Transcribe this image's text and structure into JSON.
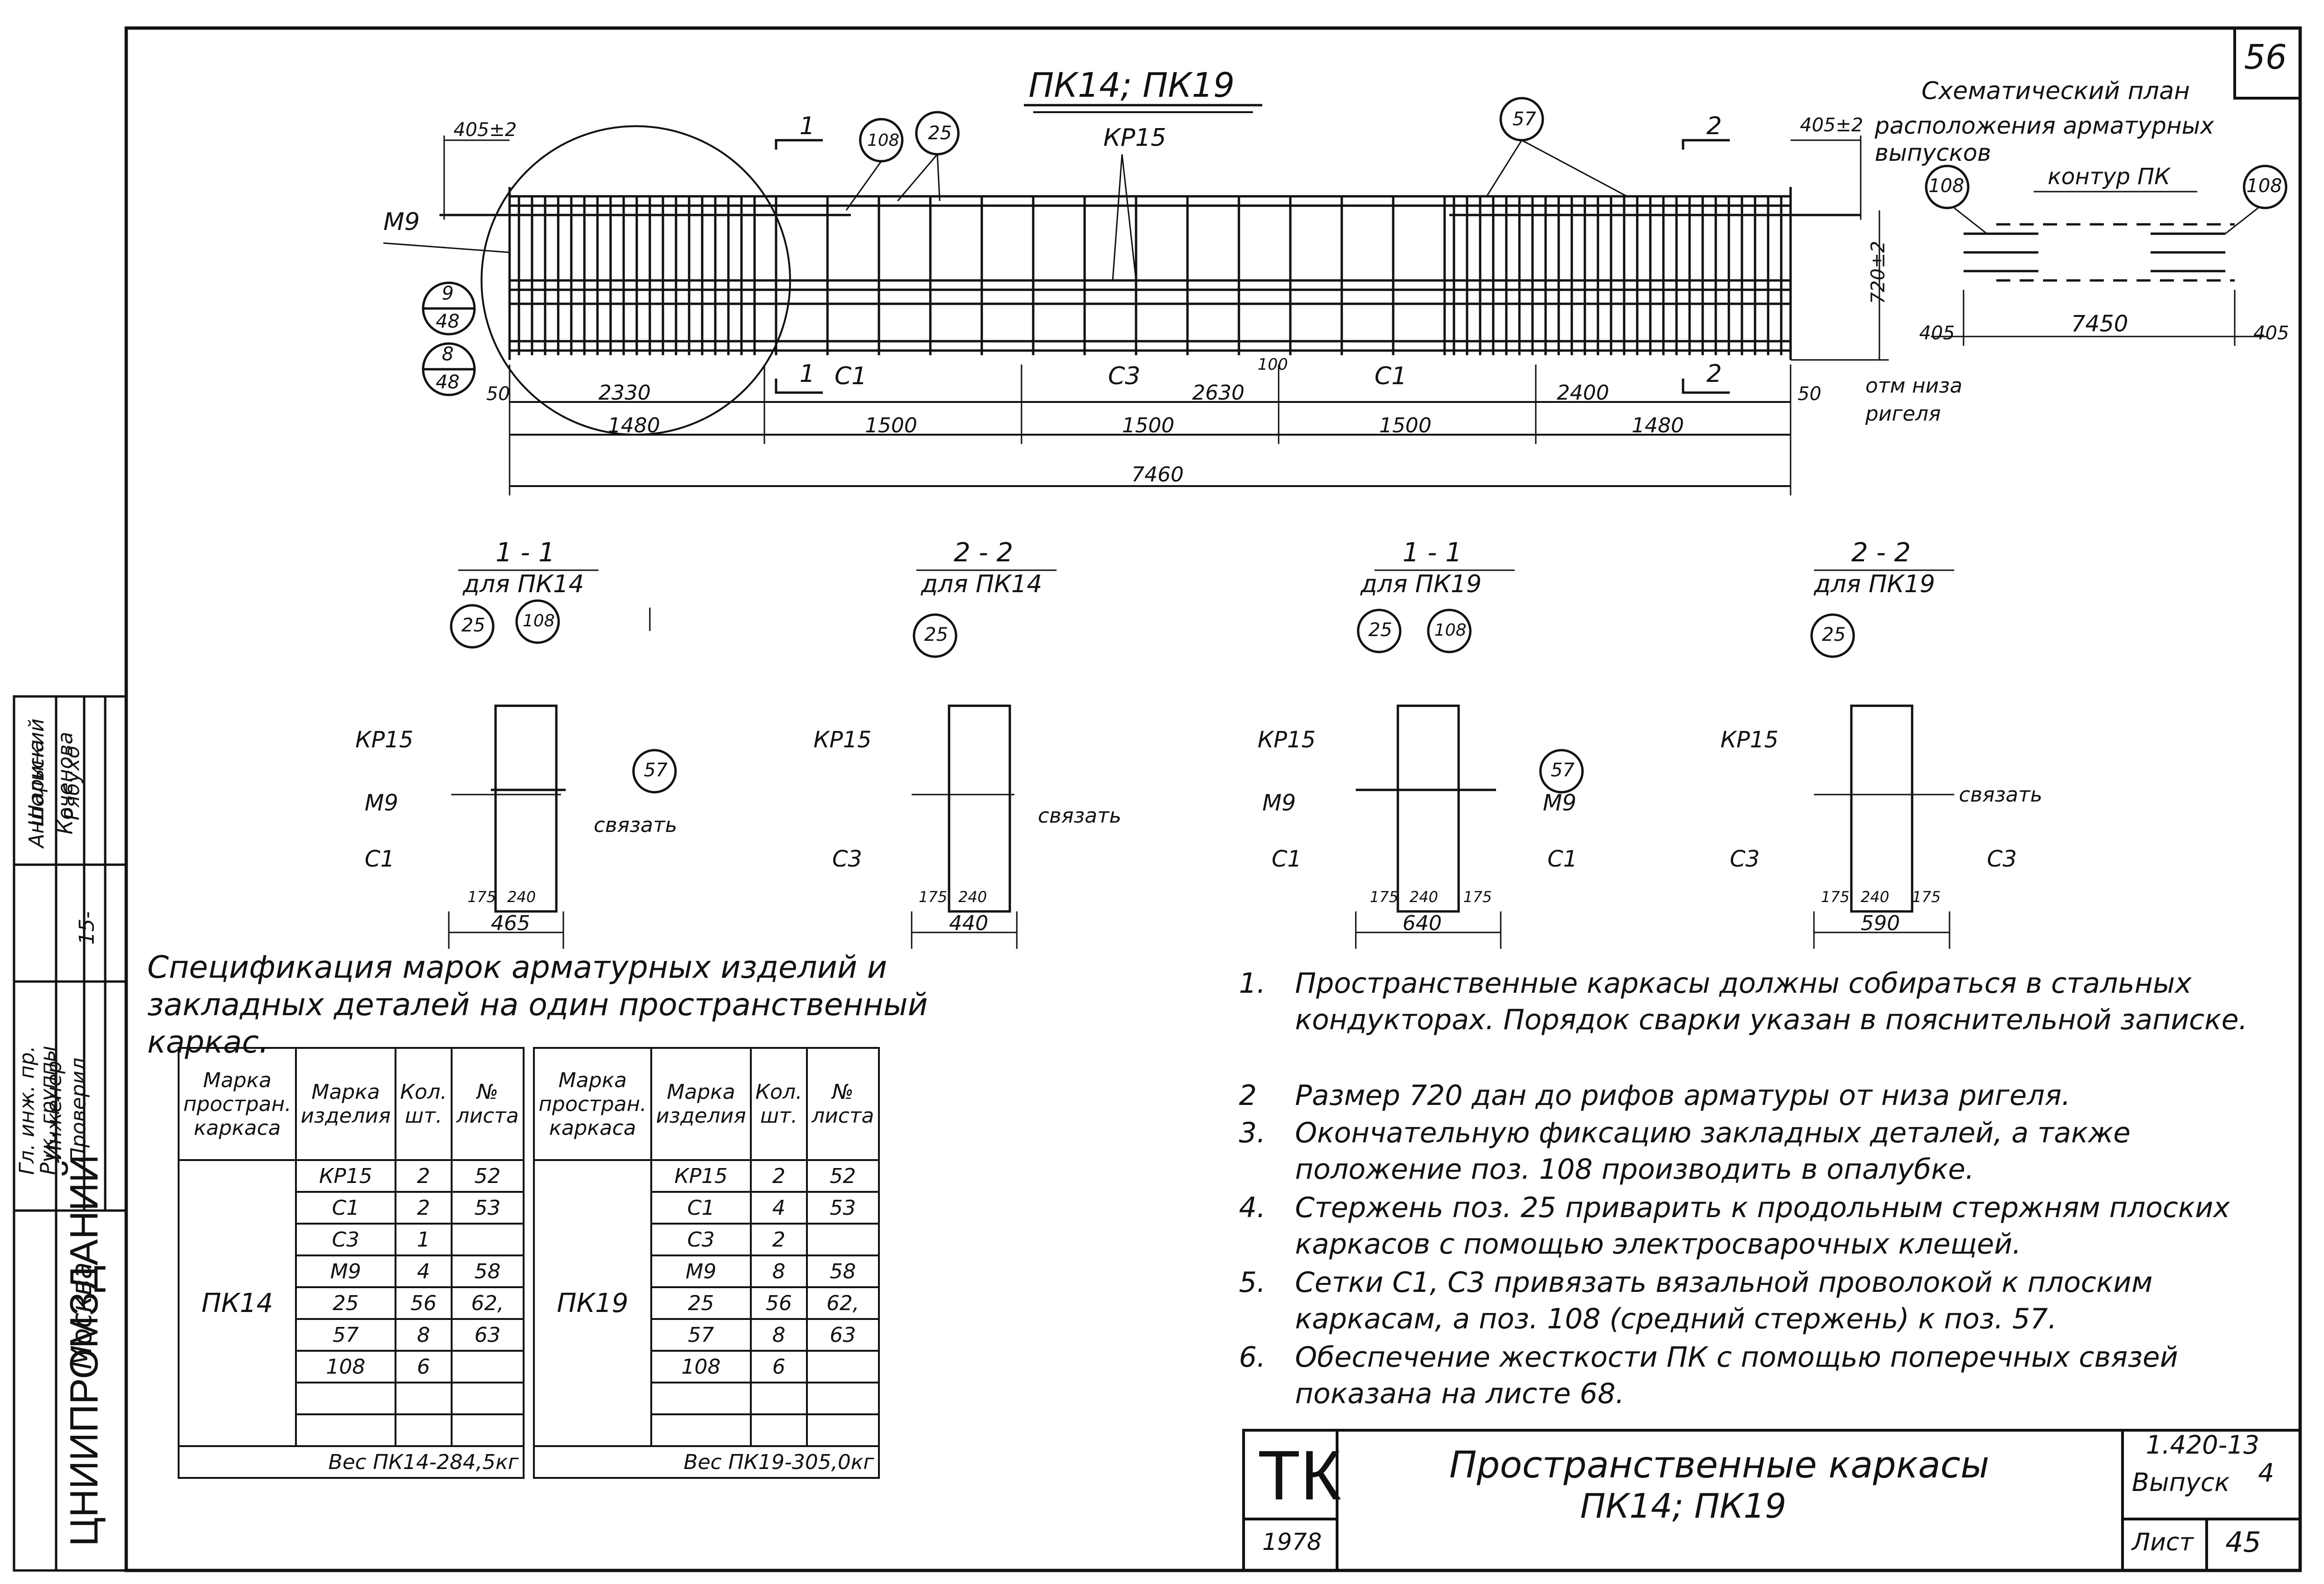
{
  "sheet_number_top": "56",
  "main_view": {
    "title": "ПК14; ПК19",
    "labels": {
      "m9": "М9",
      "kr15": "КР15",
      "c1_a": "С1",
      "c1_b": "С1",
      "c3": "С3",
      "sec1": "1",
      "sec2": "2",
      "pos108": "108",
      "pos25": "25",
      "pos57": "57",
      "note_9_48_top": "9",
      "note_9_48_bot": "48",
      "note_8_48_top": "8",
      "note_8_48_bot": "48",
      "otm": "отм низа",
      "rigel": "ригеля"
    },
    "dims": {
      "d405_left": "405±2",
      "d405_right": "405±2",
      "d720": "720±2",
      "d50_left": "50",
      "d2330": "2330",
      "d2630": "2630",
      "d100": "100",
      "d2400": "2400",
      "d50_right": "50",
      "d1480_a": "1480",
      "d1500_a": "1500",
      "d1500_b": "1500",
      "d1500_c": "1500",
      "d1480_b": "1480",
      "d7460": "7460"
    }
  },
  "schematic": {
    "title_line1": "Схематический план",
    "title_line2": "расположения арматурных выпусков",
    "contour": "контур ПК",
    "pos108_left": "108",
    "pos108_right": "108",
    "d405_left": "405",
    "d7450": "7450",
    "d405_right": "405"
  },
  "sections": [
    {
      "title": "1 - 1",
      "subtitle": "для ПК14",
      "p1": "25",
      "p2": "108",
      "p3": "57",
      "kr": "КР15",
      "m": "М9",
      "c": "С1",
      "tie": "связать",
      "w1": "175",
      "w2": "240",
      "w3": "",
      "total": "465"
    },
    {
      "title": "2 - 2",
      "subtitle": "для ПК14",
      "p1": "25",
      "kr": "КР15",
      "c": "С3",
      "tie": "связать",
      "w1": "175",
      "w2": "240",
      "total": "440"
    },
    {
      "title": "1 - 1",
      "subtitle": "для ПК19",
      "p1": "25",
      "p2": "108",
      "p3": "57",
      "kr": "КР15",
      "m": "М9",
      "m2": "М9",
      "c": "С1",
      "c2": "С1",
      "w1": "175",
      "w2": "240",
      "w3": "175",
      "total": "640"
    },
    {
      "title": "2 - 2",
      "subtitle": "для ПК19",
      "p1": "25",
      "kr": "КР15",
      "c": "С3",
      "c2": "С3",
      "tie": "связать",
      "w1": "175",
      "w2": "240",
      "w3": "175",
      "total": "590"
    }
  ],
  "spec": {
    "title": "Спецификация марок арматурных изделий и закладных деталей на один пространственный каркас.",
    "headers": [
      "Марка простран. каркаса",
      "Марка изделия",
      "Кол. шт.",
      "№ листа"
    ],
    "tables": [
      {
        "frame": "ПК14",
        "rows": [
          {
            "mark": "КР15",
            "qty": "2",
            "sheet": "52"
          },
          {
            "mark": "С1",
            "qty": "2",
            "sheet": "53"
          },
          {
            "mark": "С3",
            "qty": "1",
            "sheet": ""
          },
          {
            "mark": "М9",
            "qty": "4",
            "sheet": "58"
          },
          {
            "mark": "25",
            "qty": "56",
            "sheet": "62,"
          },
          {
            "mark": "57",
            "qty": "8",
            "sheet": "63"
          },
          {
            "mark": "108",
            "qty": "6",
            "sheet": ""
          }
        ],
        "weight": "Вес ПК14-284,5кг"
      },
      {
        "frame": "ПК19",
        "rows": [
          {
            "mark": "КР15",
            "qty": "2",
            "sheet": "52"
          },
          {
            "mark": "С1",
            "qty": "4",
            "sheet": "53"
          },
          {
            "mark": "С3",
            "qty": "2",
            "sheet": ""
          },
          {
            "mark": "М9",
            "qty": "8",
            "sheet": "58"
          },
          {
            "mark": "25",
            "qty": "56",
            "sheet": "62,"
          },
          {
            "mark": "57",
            "qty": "8",
            "sheet": "63"
          },
          {
            "mark": "108",
            "qty": "6",
            "sheet": ""
          }
        ],
        "weight": "Вес ПК19-305,0кг"
      }
    ]
  },
  "notes": [
    {
      "n": "1.",
      "text": "Пространственные каркасы должны собираться в стальных кондукторах. Порядок сварки указан в пояснительной записке."
    },
    {
      "n": "2",
      "text": "Размер 720 дан до рифов арматуры от низа ригеля."
    },
    {
      "n": "3.",
      "text": "Окончательную фиксацию закладных деталей, а также положение поз. 108 производить в опалубке."
    },
    {
      "n": "4.",
      "text": "Стержень поз. 25 приварить к продольным стержням плоских каркасов с помощью электросварочных клещей."
    },
    {
      "n": "5.",
      "text": "Сетки С1, С3 привязать вязальной проволокой к плоским каркасам, а поз. 108 (средний стержень) к поз. 57."
    },
    {
      "n": "6.",
      "text": "Обеспечение жесткости ПК с помощью поперечных связей показана на листе 68."
    }
  ],
  "stamp": {
    "tk": "ТК",
    "year": "1978",
    "title_line1": "Пространственные каркасы",
    "title_line2": "ПК14; ПК19",
    "series": "1.420-13",
    "issue_label": "Выпуск",
    "issue": "4",
    "sheet_label": "Лист",
    "sheet": "45"
  },
  "side_stamp": {
    "org": "ЦНИИПРОМЗДАНИЙ",
    "city": "Москва",
    "roles": [
      "Гл. инж. пр.",
      "Рук. группы",
      "Инженер",
      "Проверил"
    ],
    "names": [
      "Анпольский",
      "Шарина",
      "Коченова",
      "Рябухо"
    ],
    "dates": [
      "",
      "",
      "15-",
      ""
    ]
  }
}
